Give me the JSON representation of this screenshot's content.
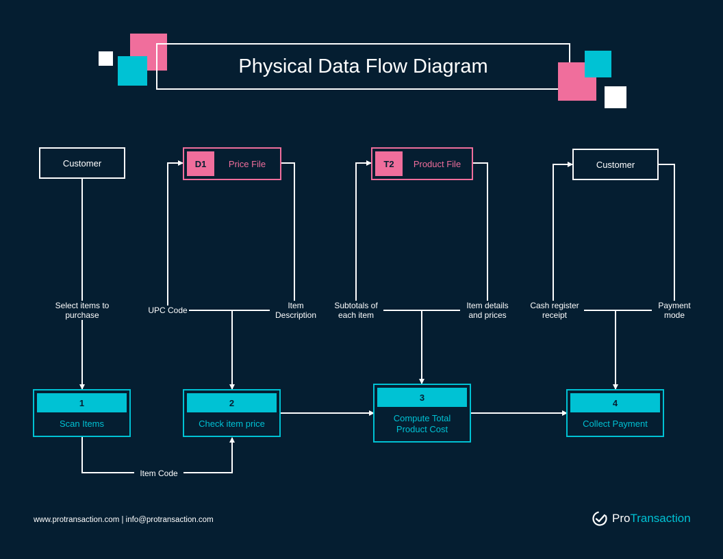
{
  "title": "Physical Data Flow Diagram",
  "entities": {
    "customer_source": "Customer",
    "customer_sink": "Customer"
  },
  "stores": [
    {
      "id": "D1",
      "label": "Price File"
    },
    {
      "id": "T2",
      "label": "Product File"
    }
  ],
  "processes": [
    {
      "number": "1",
      "label": "Scan Items"
    },
    {
      "number": "2",
      "label": "Check item price"
    },
    {
      "number": "3",
      "label": "Compute Total\nProduct Cost"
    },
    {
      "number": "4",
      "label": "Collect Payment"
    }
  ],
  "flows": {
    "select_items": "Select items to\npurchase",
    "upc_code": "UPC Code",
    "item_description": "Item\nDescription",
    "subtotals": "Subtotals of\neach item",
    "item_details": "Item details\nand prices",
    "cash_register": "Cash register\nreceipt",
    "payment_mode": "Payment\nmode",
    "item_code": "Item Code"
  },
  "footer": {
    "contact": "www.protransaction.com | info@protransaction.com",
    "brand_prefix": "Pro",
    "brand_suffix": "Transaction",
    "brand_icon": "check-circle-icon"
  },
  "colors": {
    "background": "#051e31",
    "accent_pink": "#f06e9c",
    "accent_cyan": "#00c2d4",
    "line": "#ffffff"
  }
}
